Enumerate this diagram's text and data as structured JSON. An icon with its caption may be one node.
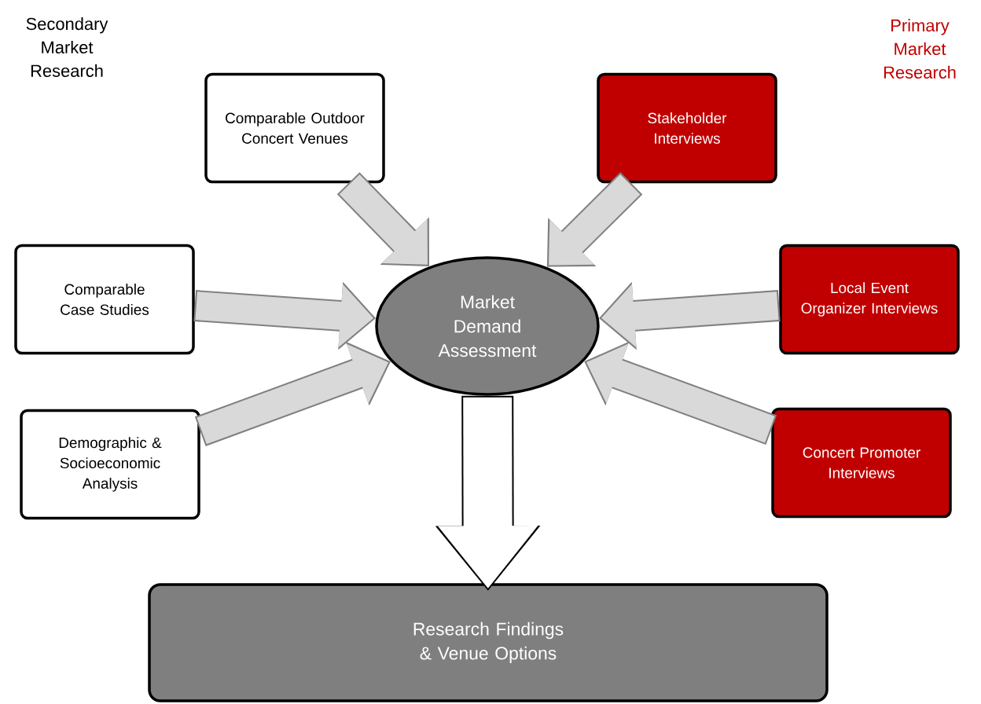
{
  "diagram": {
    "nodes": [
      {
        "text": [
          "Comparable Outdoor Concert Venues"
        ]
      },
      {
        "text": [
          "Stakeholder Interviews"
        ]
      },
      {
        "text": [
          "Comparable Case Studies"
        ]
      },
      {
        "text": [
          "Market Demand Assessment"
        ]
      },
      {
        "text": [
          "Local Event Organizer Interviews"
        ]
      },
      {
        "text": [
          "Demographic & Socioeconomic Analysis"
        ]
      },
      {
        "text": [
          "Concert Promoter Interviews"
        ]
      },
      {
        "text": [
          "Research Findings & Venue Options"
        ]
      }
    ],
    "edges": [
      {
        "from": 0,
        "to": 3,
        "arrow": "to"
      },
      {
        "from": 1,
        "to": 3,
        "arrow": "to"
      },
      {
        "from": 2,
        "to": 3,
        "arrow": "to"
      },
      {
        "from": 4,
        "to": 3,
        "arrow": "to"
      },
      {
        "from": 5,
        "to": 3,
        "arrow": "to"
      },
      {
        "from": 6,
        "to": 3,
        "arrow": "to"
      },
      {
        "from": 3,
        "to": 7,
        "arrow": "to",
        "color": "#000000"
      }
    ],
    "labels": [
      "Secondary Market Research",
      "Primary Market Research"
    ]
  }
}
